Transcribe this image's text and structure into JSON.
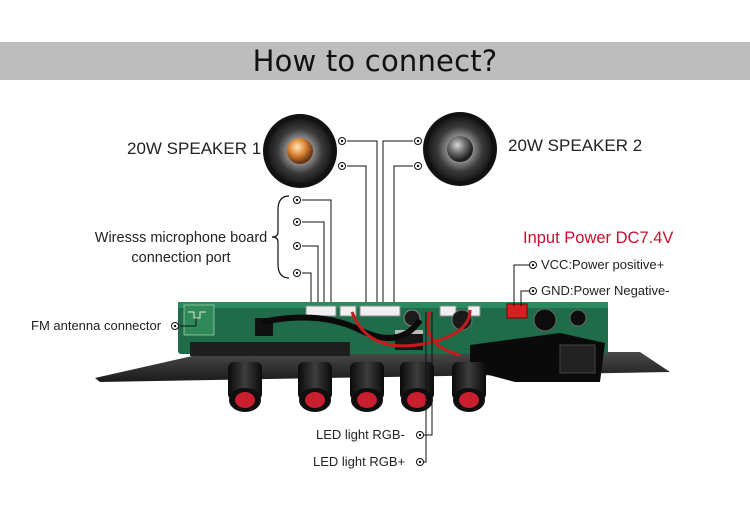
{
  "header": {
    "title": "How to connect?"
  },
  "speakers": {
    "left_label": "20W SPEAKER 1",
    "right_label": "20W SPEAKER 2"
  },
  "microphone": {
    "label_line1": "Wiresss microphone board",
    "label_line2": "connection port"
  },
  "fm": {
    "label": "FM antenna connector"
  },
  "power": {
    "title": "Input Power DC7.4V",
    "vcc_label": "VCC:Power positive+",
    "gnd_label": "GND:Power Negative-",
    "accent_color": "#c8102e"
  },
  "led": {
    "rgb_minus_label": "LED light RGB-",
    "rgb_plus_label": "LED light RGB+"
  },
  "colors": {
    "banner": "#bdbdbd",
    "board": "#1f6b4a",
    "wire": "#111111"
  }
}
